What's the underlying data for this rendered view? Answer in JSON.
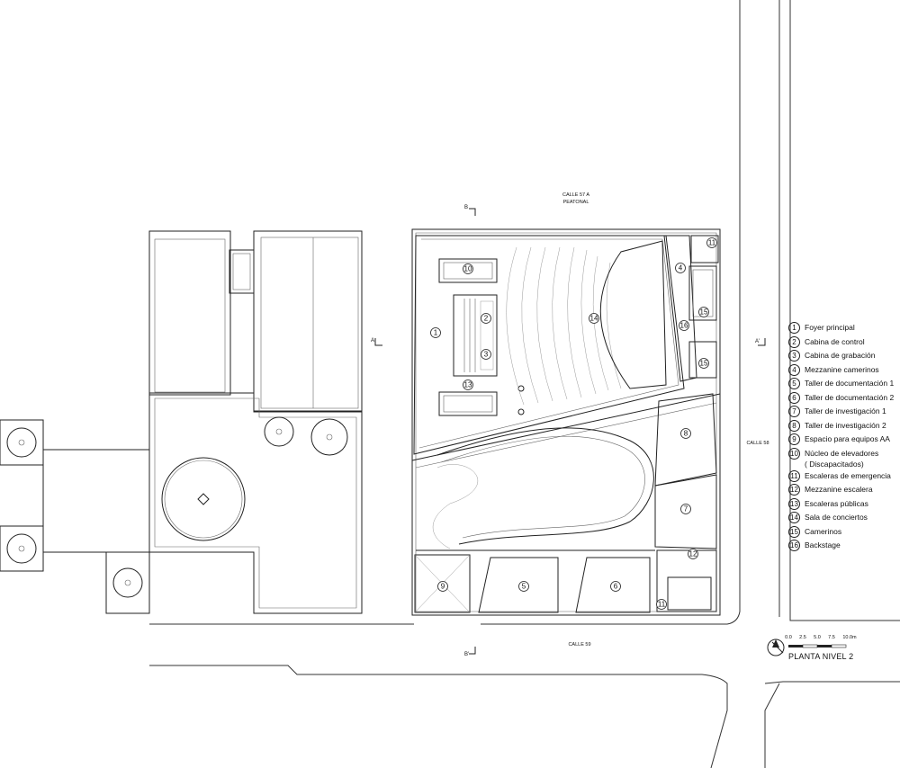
{
  "streets": {
    "north_line1": "CALLE 57 A",
    "north_line2": "PEATONAL",
    "south": "CALLE 59",
    "east": "CALLE 58"
  },
  "section_marks": {
    "a": "A",
    "a_prime": "A'",
    "b": "B",
    "b_prime": "B'"
  },
  "plan_numbers": [
    "1",
    "2",
    "3",
    "4",
    "6",
    "5",
    "7",
    "8",
    "9",
    "10",
    "11",
    "11",
    "12",
    "13",
    "14",
    "15",
    "15",
    "16"
  ],
  "legend": [
    {
      "num": "1",
      "label": "Foyer principal"
    },
    {
      "num": "2",
      "label": "Cabina de control"
    },
    {
      "num": "3",
      "label": "Cabina de grabación"
    },
    {
      "num": "4",
      "label": "Mezzanine camerinos"
    },
    {
      "num": "5",
      "label": "Taller de documentación 1"
    },
    {
      "num": "6",
      "label": "Taller de documentación 2"
    },
    {
      "num": "7",
      "label": "Taller de investigación 1"
    },
    {
      "num": "8",
      "label": "Taller de investigación 2"
    },
    {
      "num": "9",
      "label": "Espacio para equipos AA"
    },
    {
      "num": "10",
      "label": "Núcleo de elevadores\n( Discapacitados)"
    },
    {
      "num": "11",
      "label": "Escaleras de emergencia"
    },
    {
      "num": "12",
      "label": "Mezzanine escalera"
    },
    {
      "num": "13",
      "label": "Escaleras públicas"
    },
    {
      "num": "14",
      "label": "Sala de conciertos"
    },
    {
      "num": "15",
      "label": "Camerinos"
    },
    {
      "num": "16",
      "label": "Backstage"
    }
  ],
  "scale_bar": {
    "ticks": [
      "0.0",
      "2.5",
      "5.0",
      "7.5",
      "10.0m"
    ]
  },
  "title": "PLANTA NIVEL 2",
  "icons": [
    "north-arrow-icon"
  ]
}
